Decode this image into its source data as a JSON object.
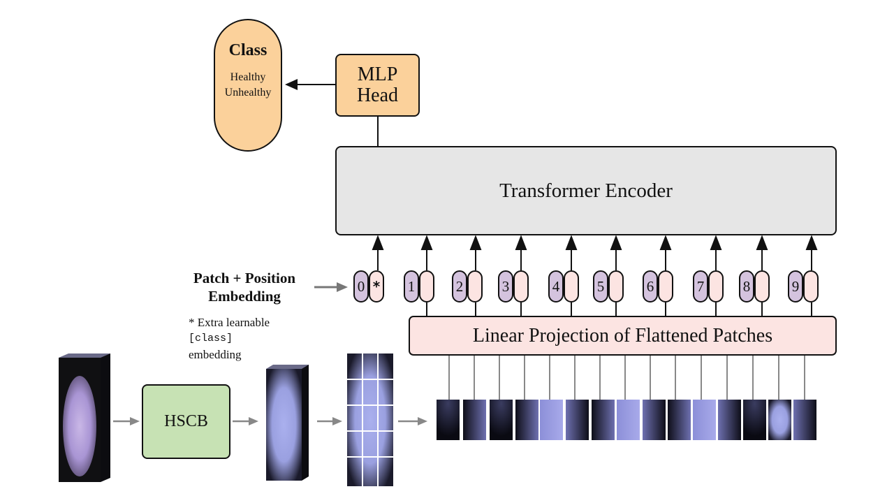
{
  "class_box": {
    "title": "Class",
    "options": [
      "Healthy",
      "Unhealthy"
    ]
  },
  "mlp_head": {
    "label": "MLP\nHead"
  },
  "transformer_encoder": {
    "label": "Transformer Encoder"
  },
  "patch_position_embedding": {
    "line1": "Patch + Position",
    "line2": "Embedding"
  },
  "extra_note": {
    "line1": "* Extra learnable",
    "line2_code": "[class]",
    "line2_rest": " embedding"
  },
  "tokens": [
    "0",
    "1",
    "2",
    "3",
    "4",
    "5",
    "6",
    "7",
    "8",
    "9"
  ],
  "class_token_marker": "*",
  "linear_projection": {
    "label": "Linear Projection of Flattened Patches"
  },
  "hscb": {
    "label": "HSCB"
  },
  "colors": {
    "orange": "#fbd19b",
    "encoder_gray": "#e6e6e6",
    "pink": "#fce4e2",
    "lavender": "#d4c3de",
    "green": "#c7e2b4",
    "patch_blue": "#a8a8e6"
  }
}
